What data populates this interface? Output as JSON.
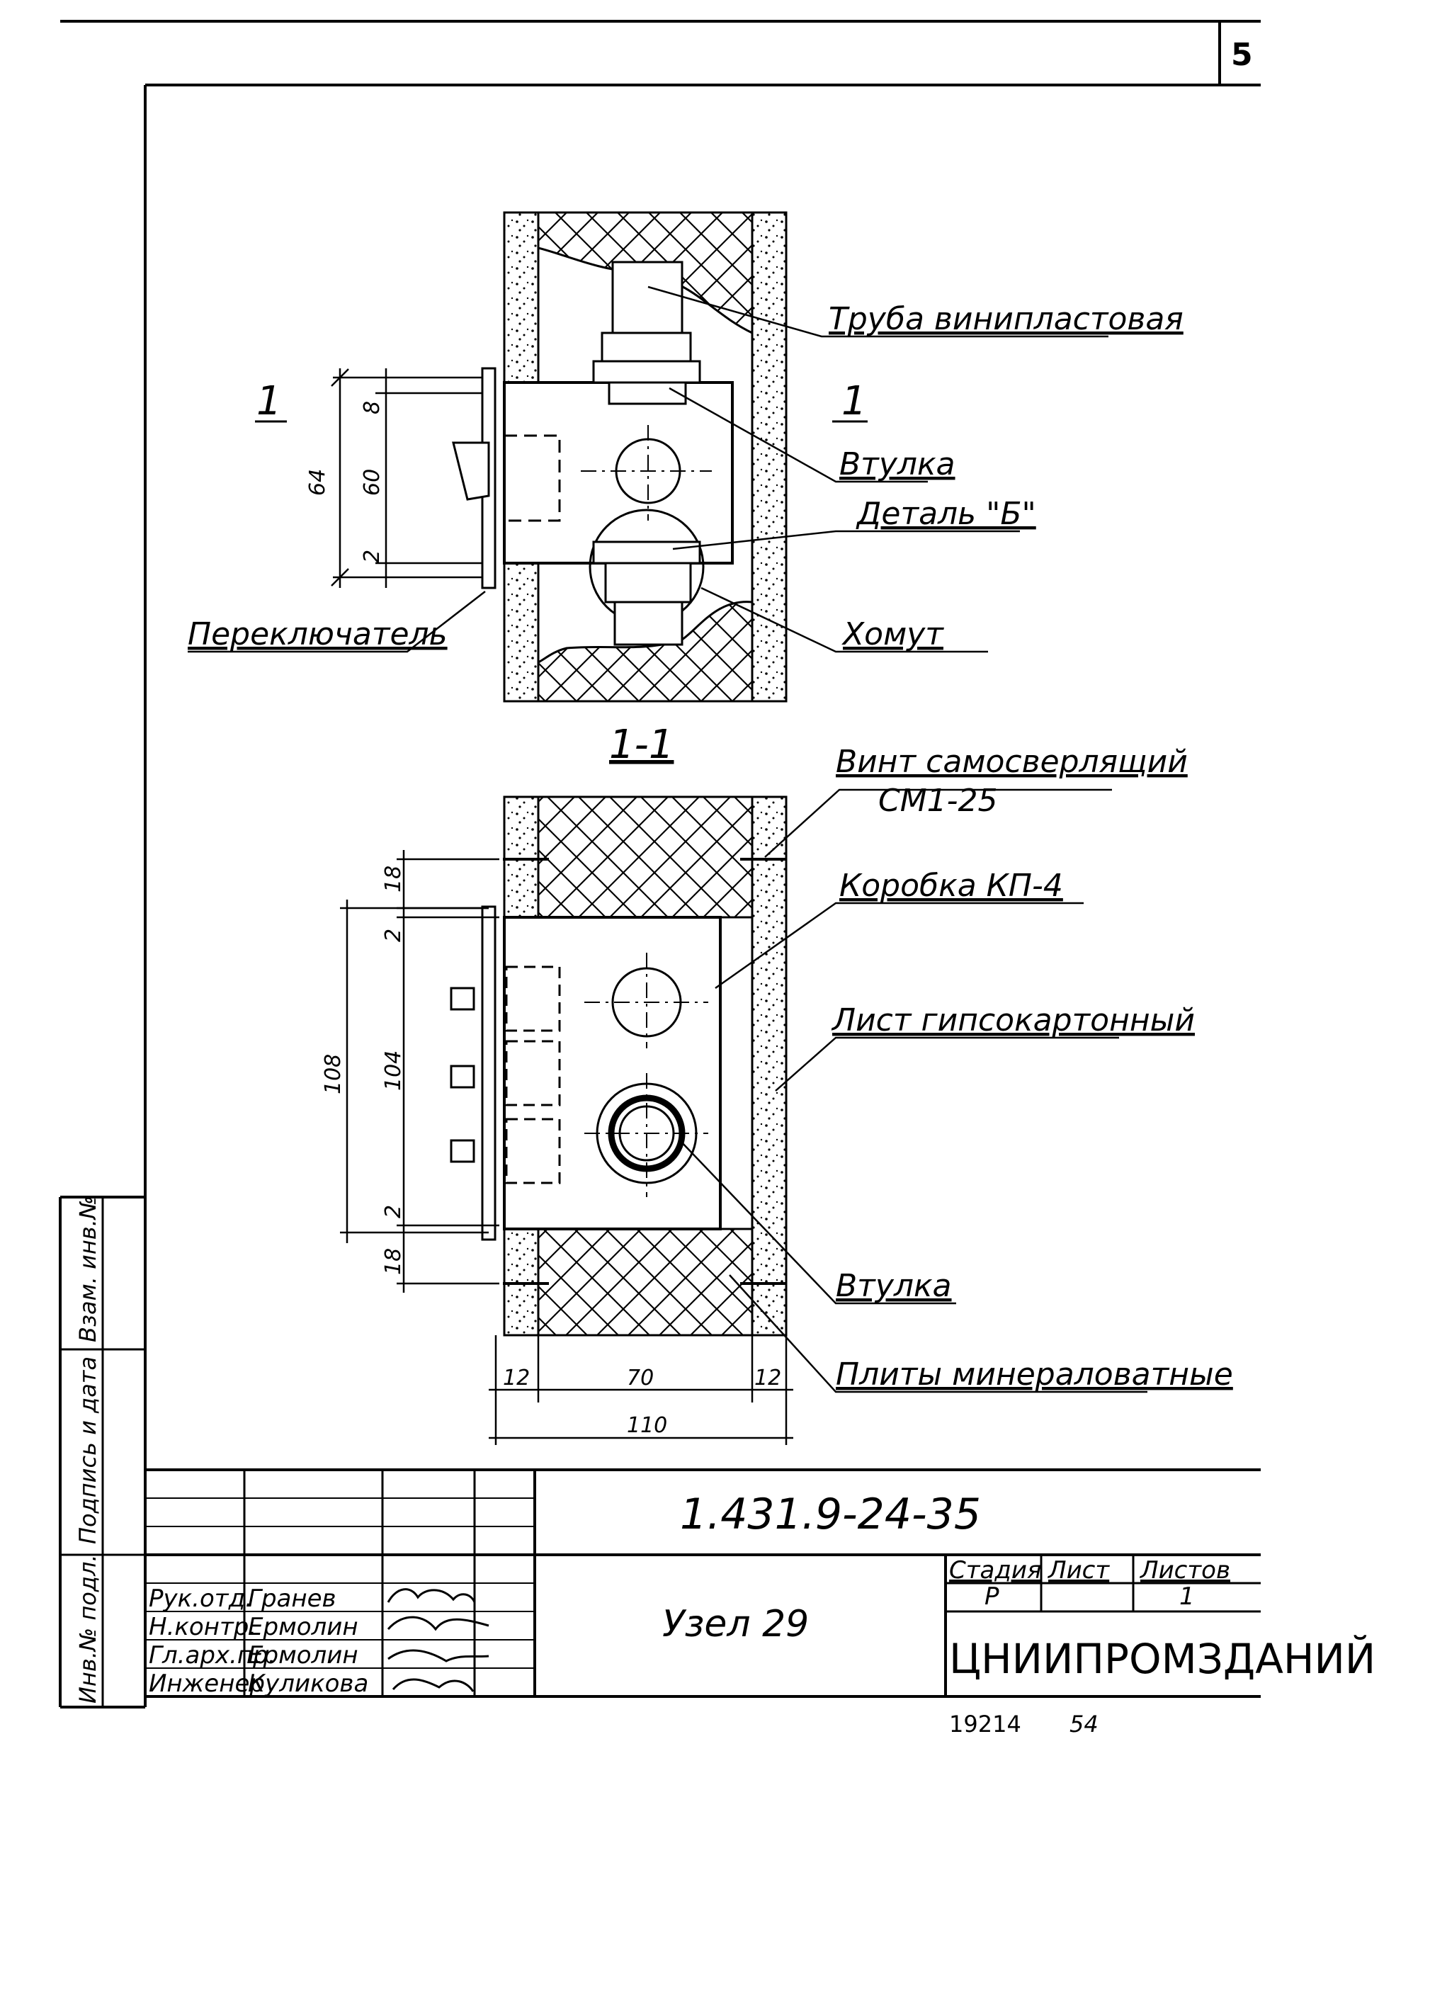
{
  "sheet_number": "5",
  "drawing": {
    "section_marker_left": "1",
    "section_marker_right": "1",
    "section_title": "1-1",
    "top_view_labels": {
      "pipe": "Труба винипластовая",
      "bushing": "Втулка",
      "detail": "Деталь \"Б\"",
      "clamp": "Хомут",
      "switch": "Переключатель"
    },
    "top_view_dims": {
      "overall": "64",
      "top": "8",
      "middle": "60",
      "bottom": "2"
    },
    "section_labels": {
      "screw": "Винт самосверлящий",
      "screw_type": "СМ1-25",
      "box": "Коробка КП-4",
      "gypsum": "Лист гипсокартонный",
      "bushing": "Втулка",
      "mineral": "Плиты минераловатные"
    },
    "section_dims": {
      "top_gap": "18",
      "top_small": "2",
      "overall": "108",
      "inner": "104",
      "bottom_small": "2",
      "bottom_gap": "18",
      "left_sheet": "12",
      "middle": "70",
      "right_sheet": "12",
      "total": "110"
    }
  },
  "title_block": {
    "document_code": "1.431.9-24-35",
    "node_title": "Узел 29",
    "stage_header": "Стадия",
    "sheet_header": "Лист",
    "sheets_header": "Листов",
    "stage_value": "Р",
    "sheet_value": "1",
    "organization": "ЦНИИПРОМЗДАНИЙ",
    "staff": [
      {
        "role": "Рук.отд.",
        "name": "Гранев"
      },
      {
        "role": "Н.контр.",
        "name": "Ермолин"
      },
      {
        "role": "Гл.арх.пр.",
        "name": "Ермолин"
      },
      {
        "role": "Инженер",
        "name": "Куликова"
      }
    ],
    "side_stamps": [
      "Инв.№ подл.",
      "Подпись и дата",
      "Взам. инв.№"
    ],
    "bottom_numbers": [
      "19214",
      "54"
    ]
  }
}
